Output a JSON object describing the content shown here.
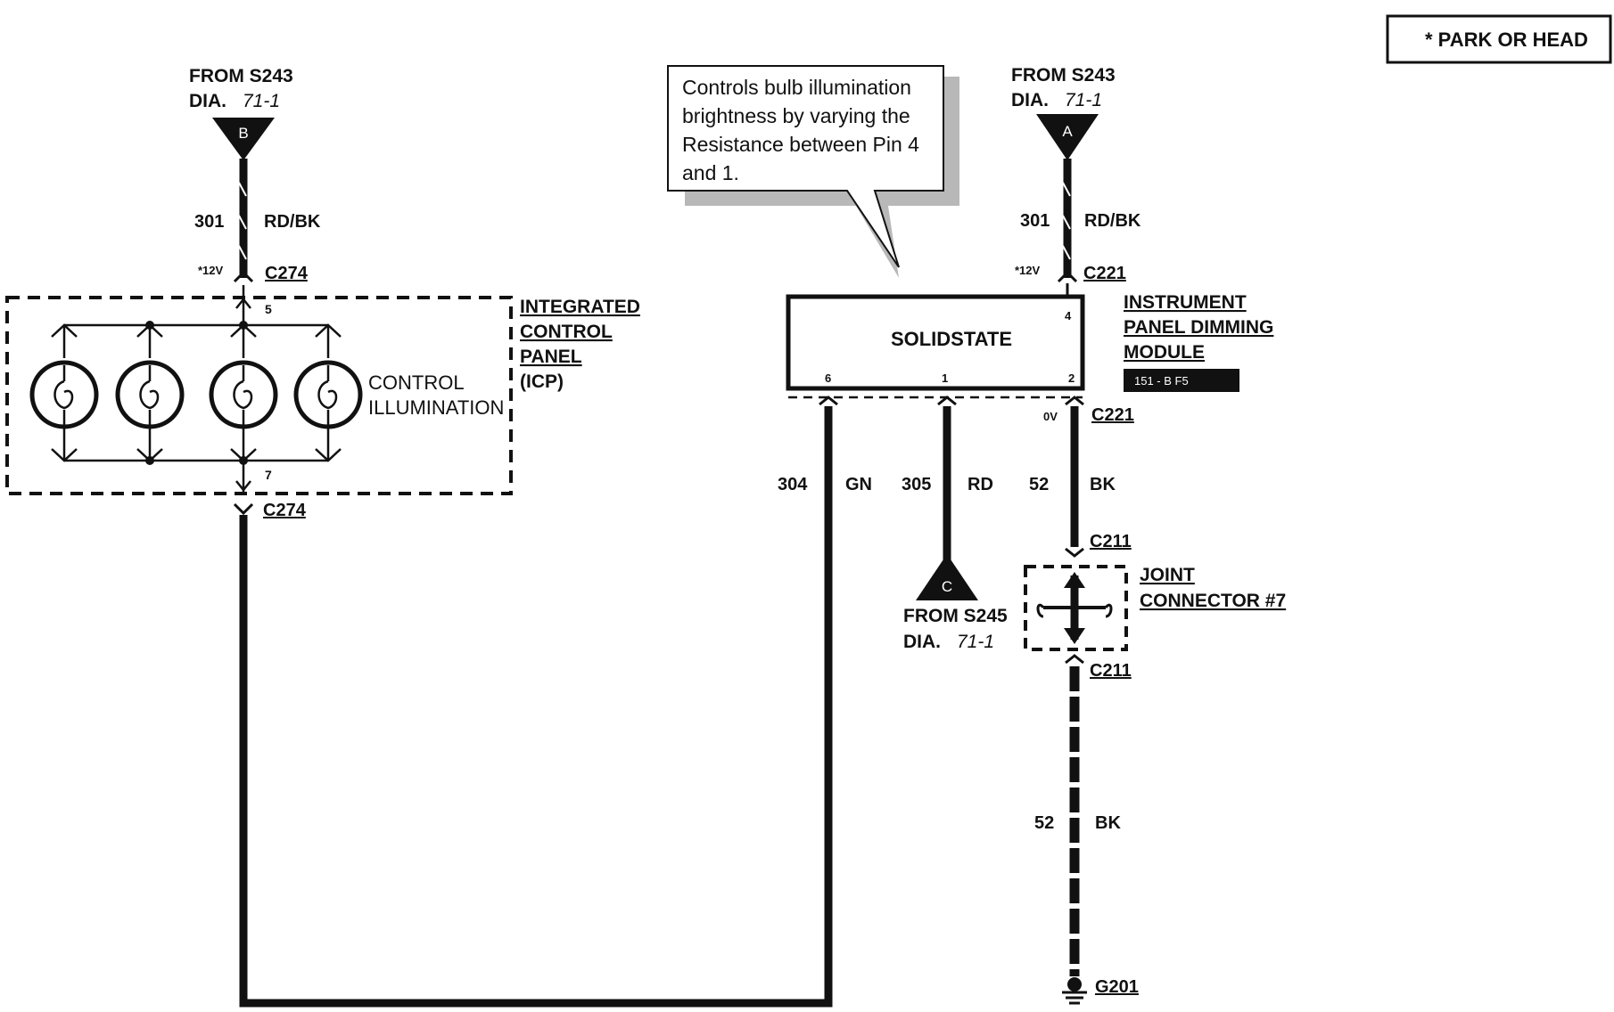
{
  "legend": {
    "text": "* PARK OR HEAD"
  },
  "callout": {
    "lines": [
      "Controls bulb illumination",
      "brightness by varying the",
      "Resistance between Pin 4",
      "and 1."
    ]
  },
  "source_b": {
    "from": "FROM S243",
    "dia": "DIA.",
    "page": "71-1",
    "letter": "B"
  },
  "source_a": {
    "from": "FROM S243",
    "dia": "DIA.",
    "page": "71-1",
    "letter": "A"
  },
  "source_c": {
    "from": "FROM S245",
    "dia": "DIA.",
    "page": "71-1",
    "letter": "C"
  },
  "wire_icp_feed": {
    "circuit": "301",
    "color": "RD/BK",
    "voltage": "*12V",
    "connector": "C274"
  },
  "wire_module_feed": {
    "circuit": "301",
    "color": "RD/BK",
    "voltage": "*12V",
    "connector": "C221"
  },
  "icp": {
    "name_lines": [
      "INTEGRATED",
      "CONTROL",
      "PANEL",
      "(ICP)"
    ],
    "function_lines": [
      "CONTROL",
      "ILLUMINATION"
    ],
    "pin_top": "5",
    "pin_bottom": "7",
    "connector_bottom": "C274"
  },
  "module": {
    "name_lines": [
      "INSTRUMENT",
      "PANEL DIMMING",
      "MODULE"
    ],
    "label": "SOLIDSTATE",
    "ref": "151 - B F5",
    "pin4": "4",
    "pin6": "6",
    "pin1": "1",
    "pin2": "2",
    "voltage_out": "0V",
    "connector_out": "C221"
  },
  "wire_304": {
    "circuit": "304",
    "color": "GN"
  },
  "wire_305": {
    "circuit": "305",
    "color": "RD"
  },
  "wire_52_top": {
    "circuit": "52",
    "color": "BK",
    "connector": "C211"
  },
  "joint": {
    "lines": [
      "JOINT",
      "CONNECTOR #7"
    ],
    "connector_bottom": "C211"
  },
  "wire_52_bottom": {
    "circuit": "52",
    "color": "BK"
  },
  "ground": {
    "label": "G201"
  }
}
